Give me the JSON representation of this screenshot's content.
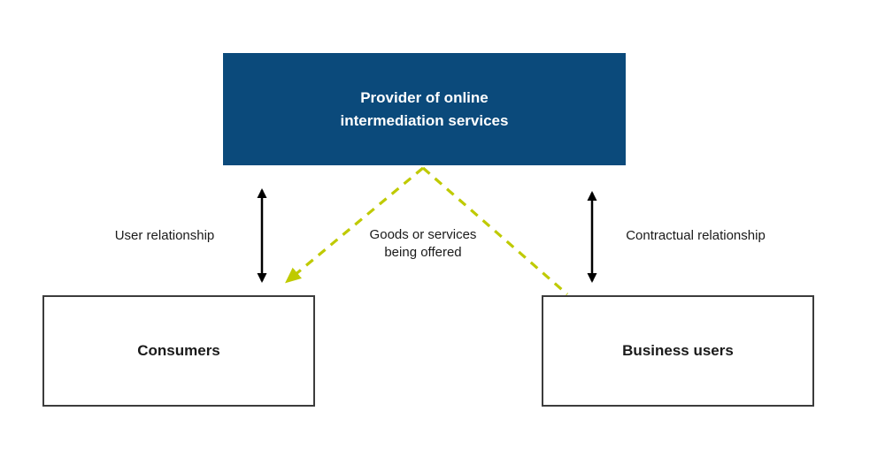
{
  "diagram": {
    "provider": {
      "label": "Provider of online\nintermediation services"
    },
    "consumers": {
      "label": "Consumers"
    },
    "business_users": {
      "label": "Business users"
    },
    "edge_labels": {
      "user_relationship": "User relationship",
      "goods_services": "Goods or services\nbeing offered",
      "contractual_relationship": "Contractual relationship"
    }
  },
  "colors": {
    "provider_bg": "#0b4a7b",
    "provider_text": "#ffffff",
    "box_border": "#3c3c3c",
    "dashed_arrow": "#bfca00",
    "solid_arrow": "#000000",
    "label_text": "#1a1a1a",
    "background": "#ffffff"
  }
}
